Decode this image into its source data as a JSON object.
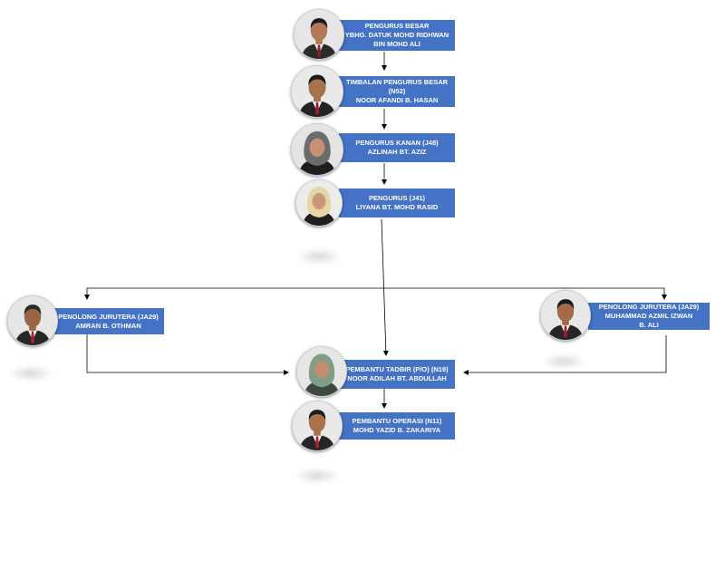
{
  "nodes": [
    {
      "id": "pengurus-besar",
      "lines": [
        "PENGURUS BESAR",
        "YBHG. DATUK MOHD RIDHWAN",
        "BIN MOHD ALI"
      ],
      "avatar": {
        "skin": "#b07a56",
        "hair": "#1c1c1c",
        "suit": "#2b2b2b",
        "tie": "#8a1c2b",
        "hijab": null,
        "bg": "#e6e6e6"
      }
    },
    {
      "id": "timbalan-pengurus-besar",
      "lines": [
        "TIMBALAN PENGURUS BESAR",
        "(N52)",
        "NOOR AFANDI B. HASAN"
      ],
      "avatar": {
        "skin": "#a8724e",
        "hair": "#1a1a1a",
        "suit": "#232323",
        "tie": "#9c1e2e",
        "hijab": null,
        "bg": "#e9e9e9"
      }
    },
    {
      "id": "pengurus-kanan",
      "lines": [
        "PENGURUS KANAN (J48)",
        "AZLINAH BT. AZIZ"
      ],
      "avatar": {
        "skin": "#c69273",
        "hair": null,
        "suit": "#1e1e1e",
        "tie": null,
        "hijab": "#6c6c6c",
        "bg": "#e4e4e4"
      }
    },
    {
      "id": "pengurus",
      "lines": [
        "PENGURUS (J41)",
        "LIYANA BT. MOHD RASID"
      ],
      "avatar": {
        "skin": "#c9987a",
        "hair": null,
        "suit": "#1f1f1f",
        "tie": null,
        "hijab": "#e6d6a6",
        "bg": "#ececec"
      }
    },
    {
      "id": "penolong-jurutera-left",
      "lines": [
        "PENOLONG JURUTERA (JA29)",
        "AMRAN B. OTHMAN"
      ],
      "avatar": {
        "skin": "#9a6544",
        "hair": "#2a2a2a",
        "suit": "#272727",
        "tie": "#b0202e",
        "hijab": null,
        "bg": "#e6e6e6"
      }
    },
    {
      "id": "penolong-jurutera-right",
      "lines": [
        "PENOLONG JURUTERA (JA29)",
        "MUHAMMAD AZMIL IZWAN",
        "B. ALI"
      ],
      "avatar": {
        "skin": "#a26b48",
        "hair": "#1b1b1b",
        "suit": "#252525",
        "tie": "#a31c2c",
        "hijab": null,
        "bg": "#e8e8e8"
      }
    },
    {
      "id": "pembantu-tadbir",
      "lines": [
        "PEMBANTU TADBIR (P/O) (N19)",
        "NOOR ADILAH BT. ABDULLAH"
      ],
      "avatar": {
        "skin": "#c28f6e",
        "hair": null,
        "suit": "#3c4a3e",
        "tie": null,
        "hijab": "#7f9e8a",
        "bg": "#e6e6e6"
      }
    },
    {
      "id": "pembantu-operasi",
      "lines": [
        "PEMBANTU OPERASI (N11)",
        "MOHD YAZID B. ZAKARIYA"
      ],
      "avatar": {
        "skin": "#a9714d",
        "hair": "#1d1d1d",
        "suit": "#262626",
        "tie": "#a61f2f",
        "hijab": null,
        "bg": "#e9e9e9"
      }
    }
  ],
  "colors": {
    "box": "#4472c4",
    "box_text": "#ffffff",
    "line": "#000000"
  }
}
